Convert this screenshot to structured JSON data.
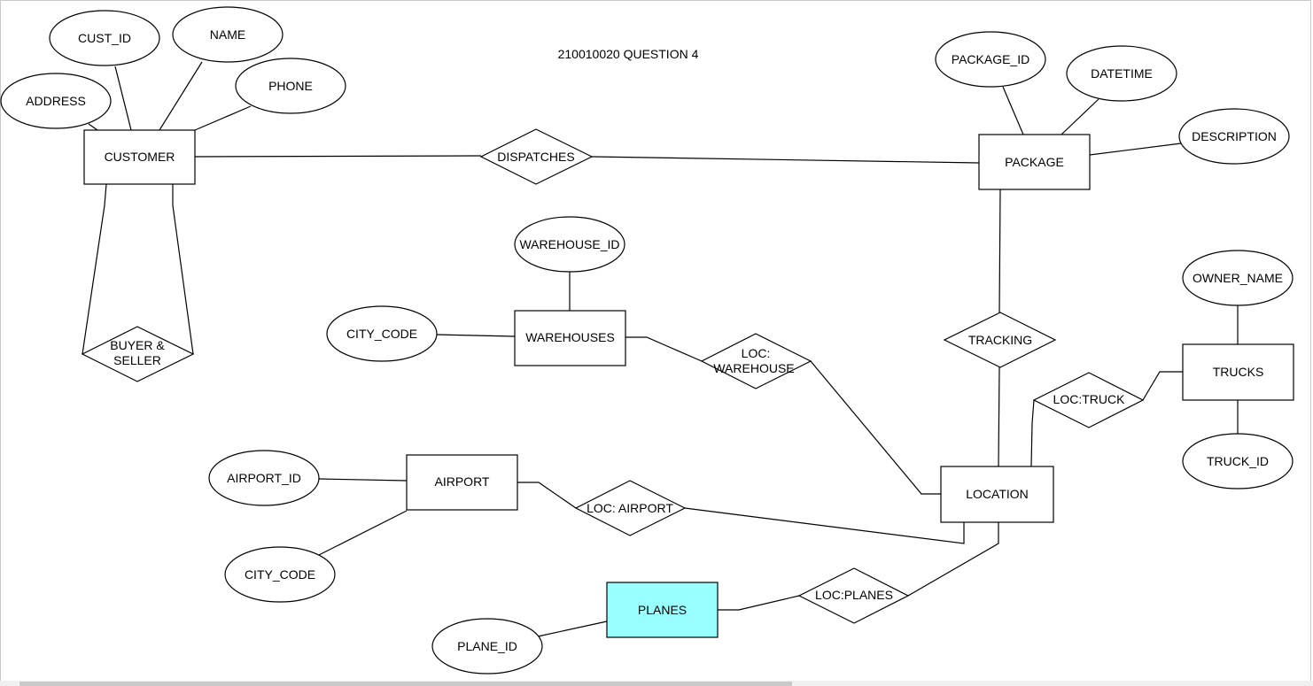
{
  "title": "210010020 QUESTION 4",
  "colors": {
    "stroke": "#000000",
    "fill": "#ffffff",
    "highlight_fill": "#99ffff"
  },
  "entities": {
    "customer": "CUSTOMER",
    "package": "PACKAGE",
    "warehouses": "WAREHOUSES",
    "trucks": "TRUCKS",
    "airport": "AIRPORT",
    "location": "LOCATION",
    "planes": "PLANES"
  },
  "relationships": {
    "dispatches": [
      "DISPATCHES"
    ],
    "buyer_seller": [
      "BUYER &",
      "SELLER"
    ],
    "tracking": [
      "TRACKING"
    ],
    "loc_warehouse": [
      "LOC:",
      "WAREHOUSE"
    ],
    "loc_truck": [
      "LOC:TRUCK"
    ],
    "loc_airport": [
      "LOC: AIRPORT"
    ],
    "loc_planes": [
      "LOC:PLANES"
    ]
  },
  "attributes": {
    "cust_id": "CUST_ID",
    "name": "NAME",
    "address": "ADDRESS",
    "phone": "PHONE",
    "package_id": "PACKAGE_ID",
    "datetime": "DATETIME",
    "description": "DESCRIPTION",
    "warehouse_id": "WAREHOUSE_ID",
    "city_code_warehouse": "CITY_CODE",
    "owner_name": "OWNER_NAME",
    "truck_id": "TRUCK_ID",
    "airport_id": "AIRPORT_ID",
    "city_code_airport": "CITY_CODE",
    "plane_id": "PLANE_ID"
  }
}
